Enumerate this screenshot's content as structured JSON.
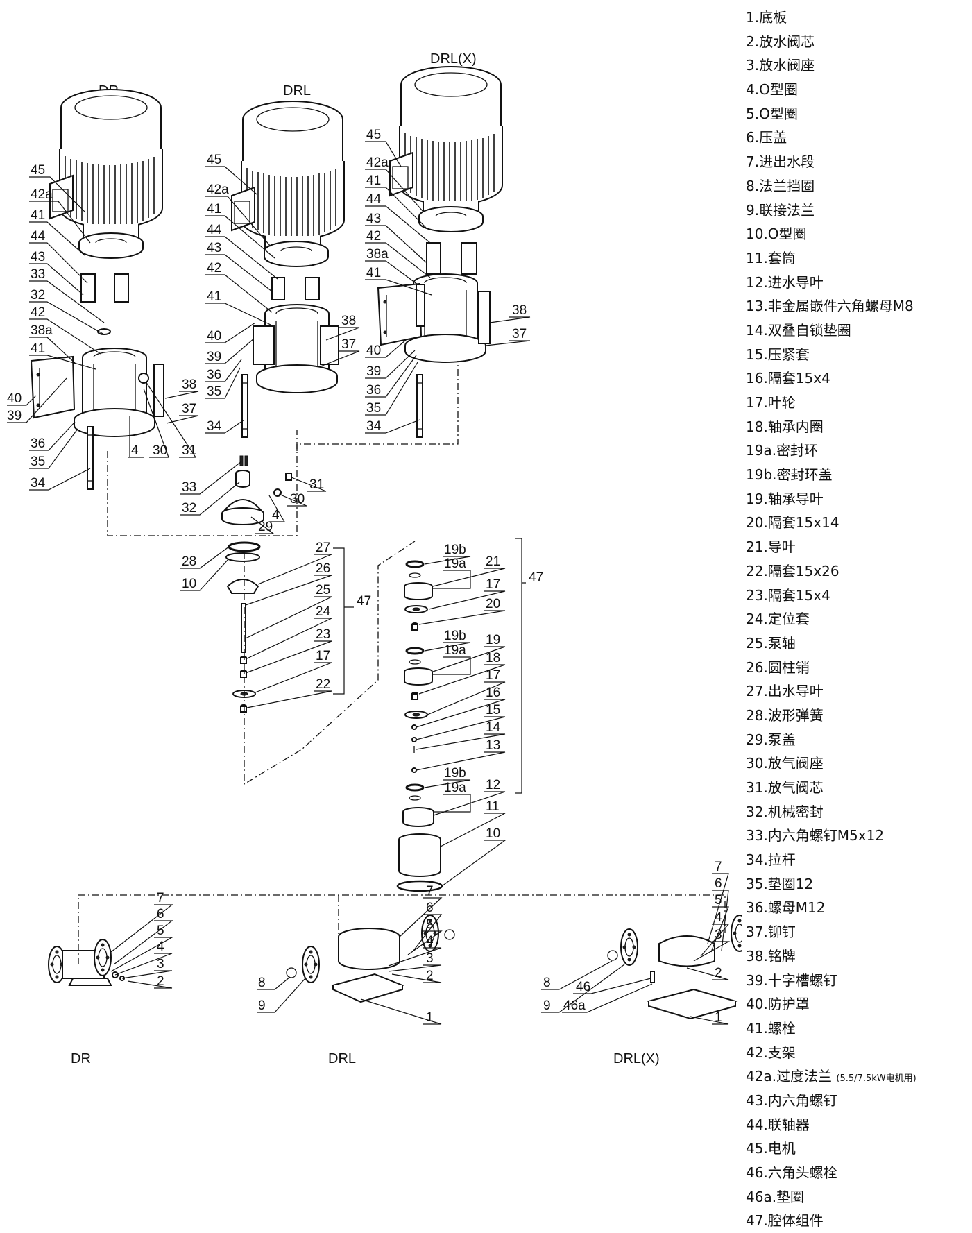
{
  "titles": {
    "top_dr": "DR",
    "top_drl": "DRL",
    "top_drlx": "DRL(X)",
    "bottom_dr": "DR",
    "bottom_drl": "DRL",
    "bottom_drlx": "DRL(X)"
  },
  "callouts": {
    "dr_motor": [
      "45",
      "42a",
      "41",
      "44",
      "43",
      "33",
      "32",
      "42",
      "38a",
      "41",
      "40",
      "39",
      "36",
      "35",
      "34",
      "4",
      "30",
      "31",
      "37",
      "38"
    ],
    "drl_motor": [
      "45",
      "42a",
      "41",
      "44",
      "43",
      "42",
      "41",
      "40",
      "39",
      "36",
      "35",
      "34",
      "38",
      "37"
    ],
    "drlx_motor": [
      "45",
      "42a",
      "41",
      "44",
      "43",
      "42",
      "38a",
      "41",
      "40",
      "39",
      "36",
      "35",
      "34",
      "38",
      "37"
    ],
    "head": [
      "33",
      "32",
      "31",
      "30",
      "4",
      "29",
      "28",
      "10"
    ],
    "shaft_stack": [
      "27",
      "26",
      "25",
      "24",
      "23",
      "17",
      "22",
      "47"
    ],
    "chamber_stack": [
      "19b",
      "19a",
      "21",
      "47",
      "17",
      "20",
      "19b",
      "19a",
      "19",
      "18",
      "17",
      "16",
      "15",
      "14",
      "13",
      "19b",
      "19a",
      "12",
      "11",
      "10"
    ],
    "base_dr": [
      "7",
      "6",
      "5",
      "4",
      "3",
      "2"
    ],
    "base_drl": [
      "7",
      "6",
      "5",
      "4",
      "3",
      "2",
      "8",
      "9",
      "1"
    ],
    "base_drlx": [
      "7",
      "6",
      "5",
      "4",
      "3",
      "2",
      "8",
      "9",
      "46",
      "46a",
      "1"
    ]
  },
  "legend": [
    {
      "text": "1.底板"
    },
    {
      "text": "2.放水阀芯"
    },
    {
      "text": "3.放水阀座"
    },
    {
      "text": "4.O型圈"
    },
    {
      "text": "5.O型圈"
    },
    {
      "text": "6.压盖"
    },
    {
      "text": "7.进出水段"
    },
    {
      "text": "8.法兰挡圈"
    },
    {
      "text": "9.联接法兰"
    },
    {
      "text": "10.O型圈"
    },
    {
      "text": "11.套筒"
    },
    {
      "text": "12.进水导叶"
    },
    {
      "text": "13.非金属嵌件六角螺母M8"
    },
    {
      "text": "14.双叠自锁垫圈"
    },
    {
      "text": "15.压紧套"
    },
    {
      "text": "16.隔套15x4"
    },
    {
      "text": "17.叶轮"
    },
    {
      "text": "18.轴承内圈"
    },
    {
      "text": "19a.密封环"
    },
    {
      "text": "19b.密封环盖"
    },
    {
      "text": "19.轴承导叶"
    },
    {
      "text": "20.隔套15x14"
    },
    {
      "text": "21.导叶"
    },
    {
      "text": "22.隔套15x26"
    },
    {
      "text": "23.隔套15x4"
    },
    {
      "text": "24.定位套"
    },
    {
      "text": "25.泵轴"
    },
    {
      "text": "26.圆柱销"
    },
    {
      "text": "27.出水导叶"
    },
    {
      "text": "28.波形弹簧"
    },
    {
      "text": "29.泵盖"
    },
    {
      "text": "30.放气阀座"
    },
    {
      "text": "31.放气阀芯"
    },
    {
      "text": "32.机械密封"
    },
    {
      "text": "33.内六角螺钉M5x12"
    },
    {
      "text": "34.拉杆"
    },
    {
      "text": "35.垫圈12"
    },
    {
      "text": "36.螺母M12"
    },
    {
      "text": "37.铆钉"
    },
    {
      "text": "38.铭牌"
    },
    {
      "text": "39.十字槽螺钉"
    },
    {
      "text": "40.防护罩"
    },
    {
      "text": "41.螺栓"
    },
    {
      "text": "42.支架"
    },
    {
      "text": "42a.过度法兰",
      "note": "(5.5/7.5kW电机用)"
    },
    {
      "text": "43.内六角螺钉"
    },
    {
      "text": "44.联轴器"
    },
    {
      "text": "45.电机"
    },
    {
      "text": "46.六角头螺栓"
    },
    {
      "text": "46a.垫圈"
    },
    {
      "text": "47.腔体组件"
    }
  ]
}
